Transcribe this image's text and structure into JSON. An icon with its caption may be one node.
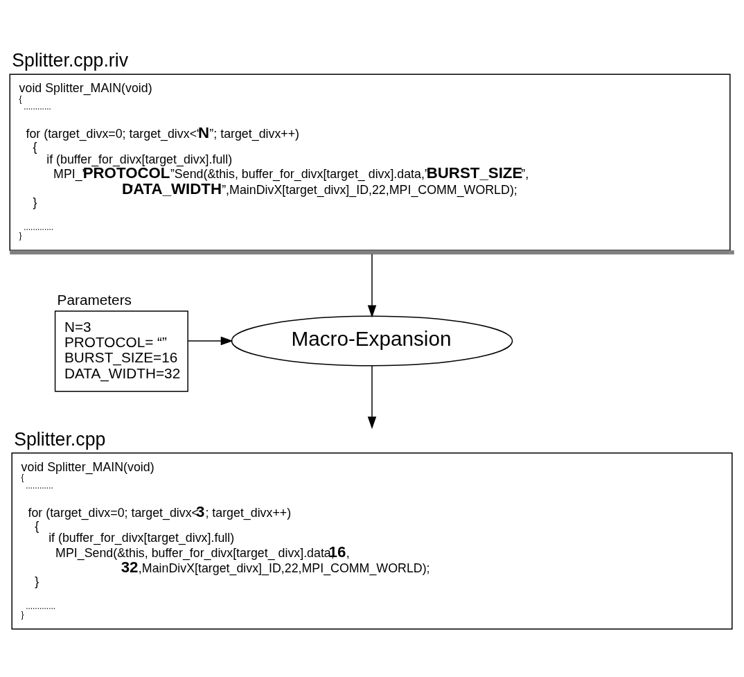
{
  "diagram": {
    "nodes": [
      {
        "text": [
          "Splitter.cpp.riv",
          "void Splitter_MAIN(void)",
          "{",
          "............",
          "for (target_divx=0; target_divx<“**N**”; target_divx++)",
          "{",
          "if (buffer_for_divx[target_divx].full)",
          "MPI_”**PROTOCOL**”Send(&this, buffer_for_divx[target_ divx].data,”**BURST_SIZE**”,",
          "”**DATA_WIDTH**”,MainDivX[target_divx]_ID,22,MPI_COMM_WORLD);",
          "}",
          ".............",
          "}"
        ]
      },
      {
        "text": [
          "Macro-Expansion"
        ]
      },
      {
        "text": [
          "Parameters",
          "N=3",
          "PROTOCOL= “”",
          "BURST_SIZE=16",
          "DATA_WIDTH=32"
        ]
      },
      {
        "text": [
          "Splitter.cpp",
          "void Splitter_MAIN(void)",
          "{",
          "............",
          "for (target_divx=0; target_divx<**3**; target_divx++)",
          "{",
          "if (buffer_for_divx[target_divx].full)",
          "MPI_Send(&this, buffer_for_divx[target_ divx].data,**16**,",
          "**32**,MainDivX[target_divx]_ID,22,MPI_COMM_WORLD);",
          "}",
          ".............",
          "}"
        ]
      }
    ],
    "edges": [
      {
        "from": 0,
        "to": 1,
        "arrow": "to"
      },
      {
        "from": 2,
        "to": 1,
        "arrow": "to"
      },
      {
        "from": 1,
        "to": 3,
        "arrow": "to"
      }
    ]
  }
}
